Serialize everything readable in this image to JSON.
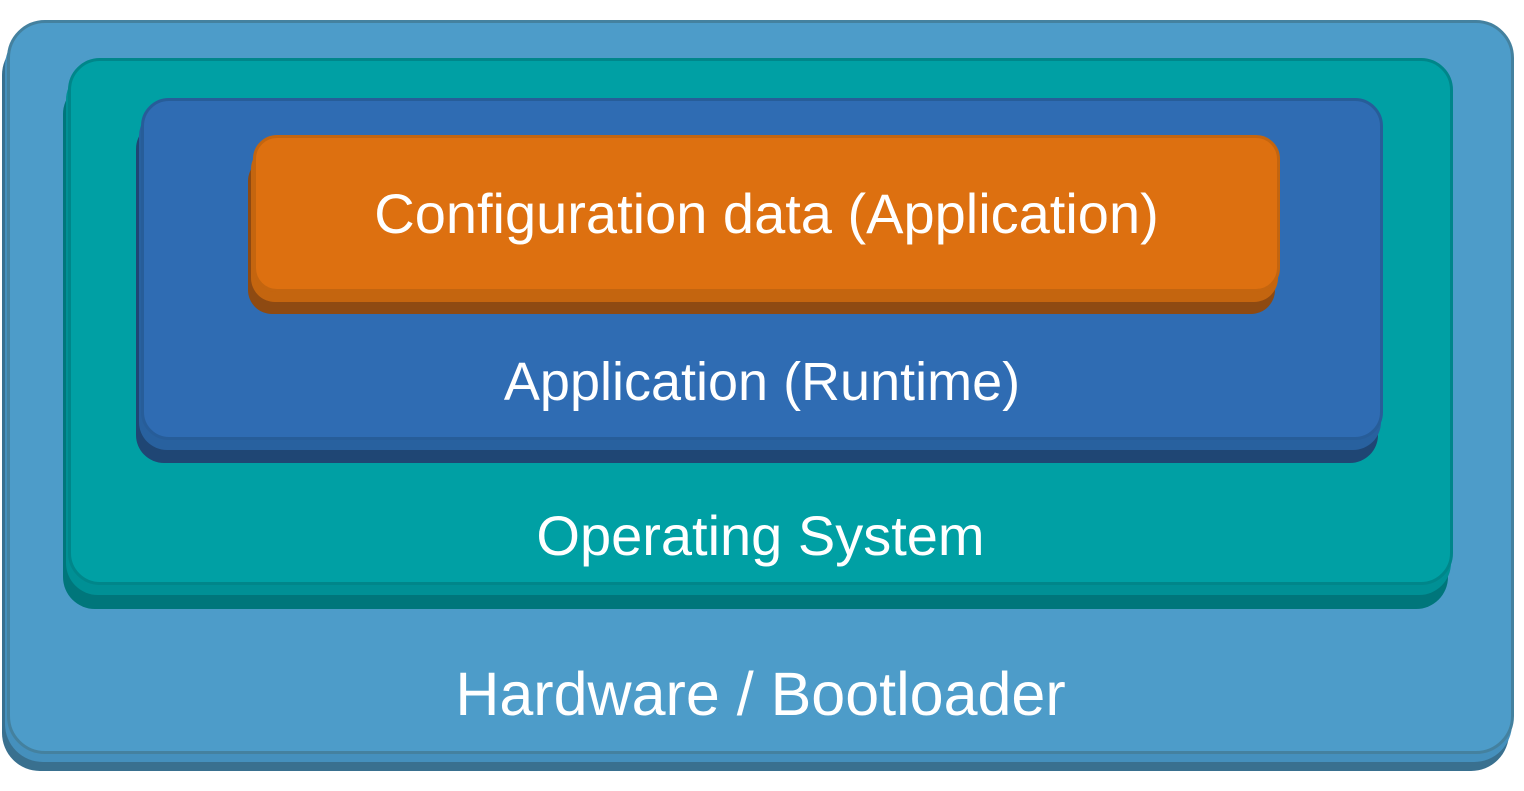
{
  "diagram": {
    "type": "nested-layer-diagram",
    "background_color": "#FFFFFF",
    "text_color": "#FFFFFF",
    "layers": [
      {
        "id": "hardware-bootloader",
        "label": "Hardware / Bootloader",
        "fill": "#4D9CC9",
        "edge": "#44819F",
        "shadow_mid": "#4590BD",
        "shadow_dark": "#39708F"
      },
      {
        "id": "operating-system",
        "label": "Operating System",
        "fill": "#00A0A4",
        "edge": "#00868A",
        "shadow_mid": "#009095",
        "shadow_dark": "#00767B"
      },
      {
        "id": "application-runtime",
        "label": "Application (Runtime)",
        "fill": "#2F6CB3",
        "edge": "#275D99",
        "shadow_mid": "#28619F",
        "shadow_dark": "#1F4674"
      },
      {
        "id": "configuration-data",
        "label": "Configuration data (Application)",
        "fill": "#DD7010",
        "edge": "#C4650F",
        "shadow_mid": "#C4650F",
        "shadow_dark": "#8E4A12"
      }
    ]
  }
}
